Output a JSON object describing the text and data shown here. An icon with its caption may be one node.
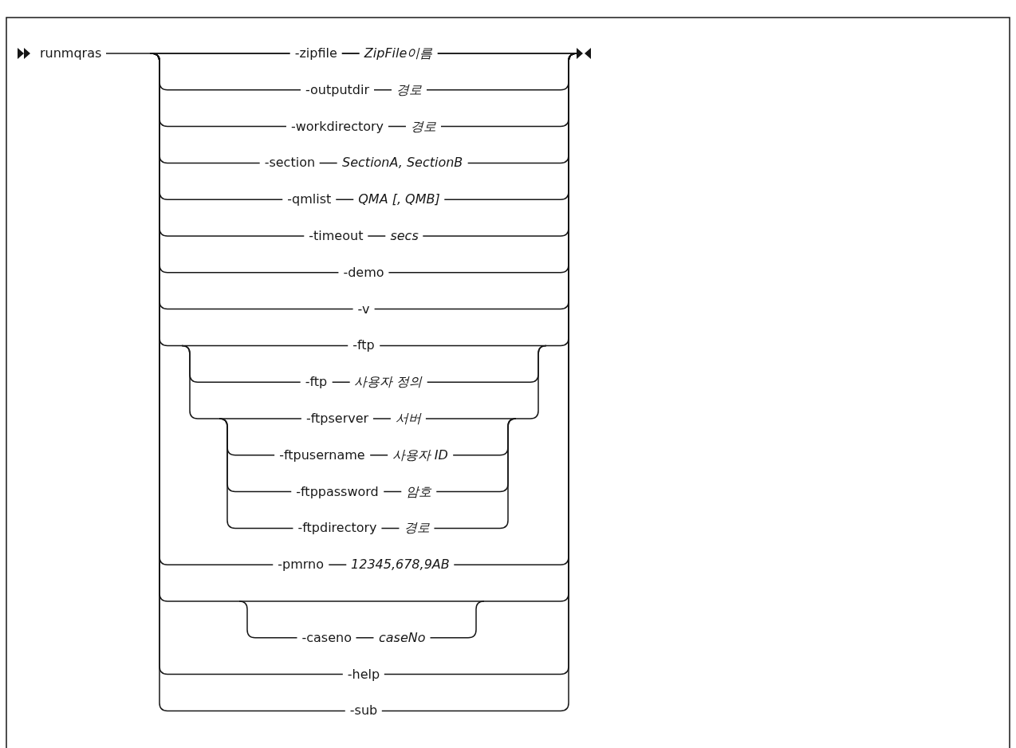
{
  "diagram": {
    "labels": [
      "runmqras",
      "-zipfile",
      "ZipFile이름",
      "-outputdir",
      "경로",
      "-workdirectory",
      "경로",
      "-section",
      "SectionA, SectionB",
      "-qmlist",
      "QMA [, QMB]",
      "-timeout",
      "secs",
      "-demo",
      "-v",
      "-ftp",
      "-ftp",
      "사용자 정의",
      "-ftpserver",
      "서버",
      "-ftpusername",
      "사용자 ID",
      "-ftppassword",
      "암호",
      "-ftpdirectory",
      "경로",
      "-pmrno",
      "12345,678,9AB",
      "-caseno",
      "caseNo",
      "-help",
      "-sub"
    ]
  }
}
